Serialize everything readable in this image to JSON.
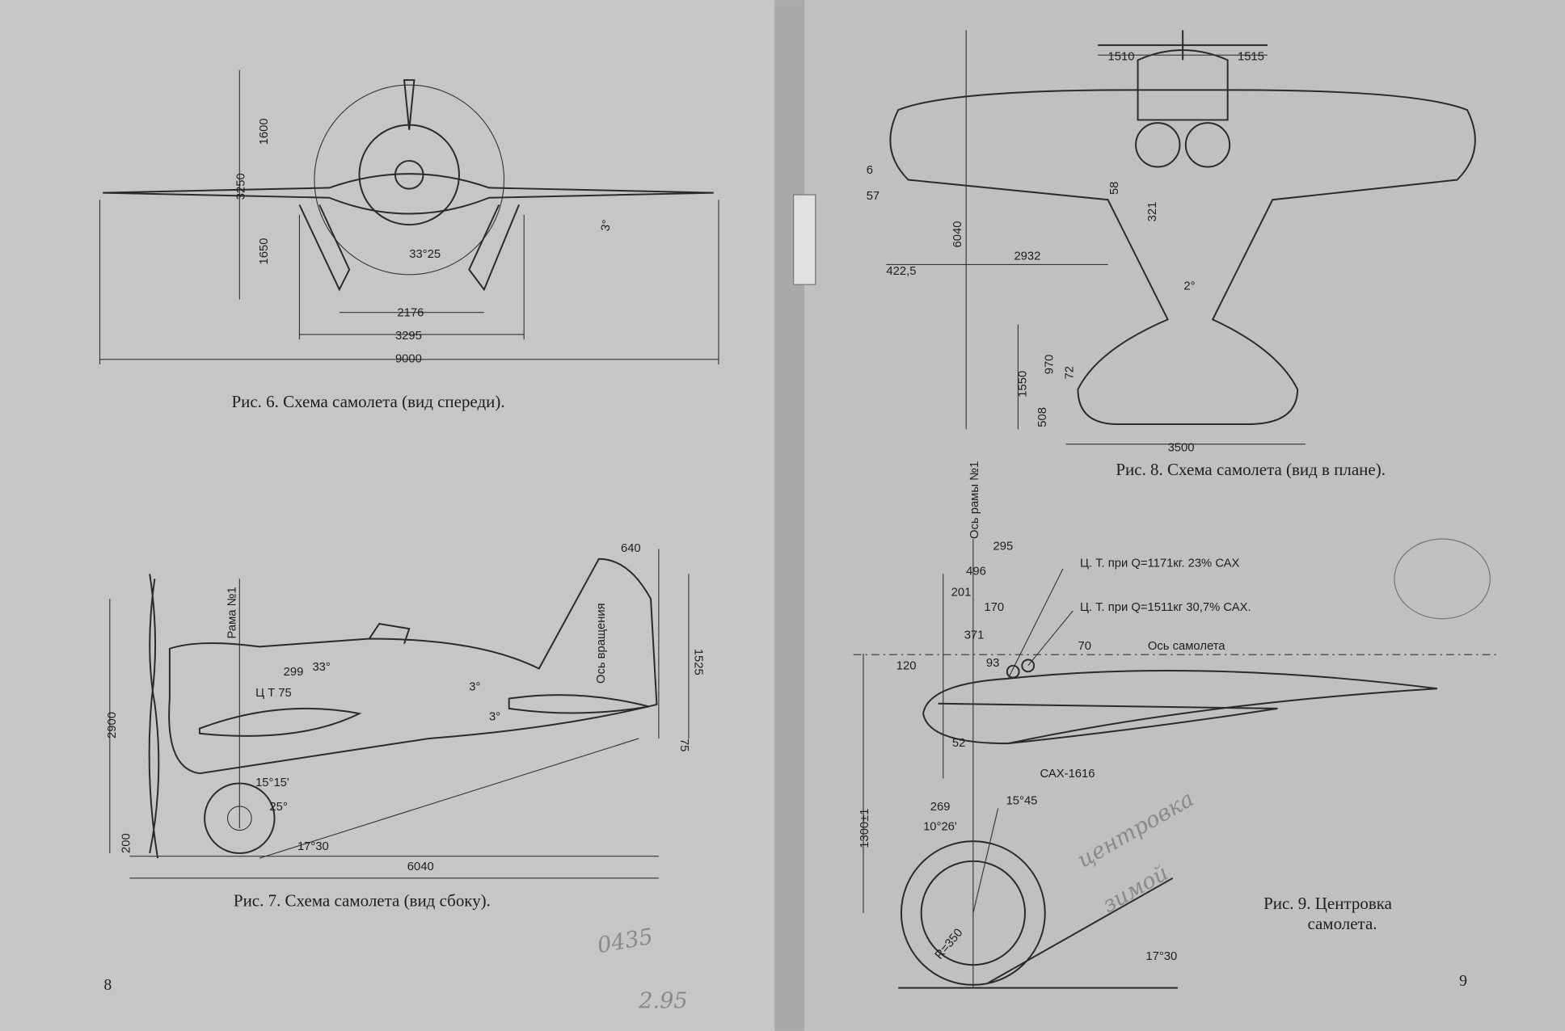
{
  "left_page": {
    "page_number": "8",
    "fig6": {
      "caption": "Рис. 6. Схема самолета (вид спереди).",
      "dims": {
        "d3250": "3250",
        "d1600": "1600",
        "d1650": "1650",
        "d2176": "2176",
        "d3295": "3295",
        "d9000": "9000",
        "a3325": "33°25",
        "a3": "3°"
      }
    },
    "fig7": {
      "caption": "Рис. 7. Схема самолета (вид сбоку).",
      "dims": {
        "d640": "640",
        "d1525": "1525",
        "d75": "75",
        "d2900": "2900",
        "d200": "200",
        "d6040": "6040",
        "a1730": "17°30",
        "d299": "299",
        "a33": "33°",
        "ct": "Ц Т 75",
        "a3a": "3°",
        "a3b": "3°",
        "a1515": "15°15'",
        "a25": "25°",
        "frame": "Рама №1",
        "axis_rot": "Ось вращения"
      }
    },
    "handwriting": [
      "0435",
      "2.95"
    ]
  },
  "right_page": {
    "page_number": "9",
    "fig8": {
      "caption": "Рис. 8. Схема самолета (вид в плане).",
      "dims": {
        "d1510": "1510",
        "d1515": "1515",
        "d57": "57",
        "d6": "6",
        "d58": "58",
        "d321": "321",
        "d6040": "6040",
        "d4225": "422,5",
        "d2932": "2932",
        "a2": "2°",
        "d1550": "1550",
        "d970": "970",
        "d72": "72",
        "d508": "508",
        "d3500": "3500"
      }
    },
    "fig9": {
      "caption_line1": "Рис. 9. Центровка",
      "caption_line2": "самолета.",
      "frame_axis": "Ось рамы №1",
      "cg1": "Ц. Т. при Q=1171кг. 23% САХ",
      "cg2": "Ц. Т. при Q=1511кг 30,7% САХ.",
      "plane_axis": "Ось самолета",
      "mac": "САХ-1616",
      "radius": "R=350",
      "dims": {
        "d295": "295",
        "d496": "496",
        "d201": "201",
        "d170": "170",
        "d371": "371",
        "d93": "93",
        "d70": "70",
        "d120": "120",
        "d52": "52",
        "d269": "269",
        "a1545": "15°45",
        "a1026": "10°26'",
        "d1300": "1300±1",
        "a1730": "17°30"
      }
    },
    "handwriting": [
      "центровка",
      "зимой"
    ]
  }
}
